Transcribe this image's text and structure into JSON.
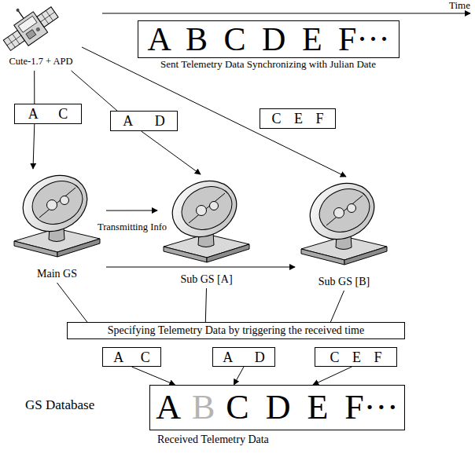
{
  "diagram": {
    "nodes": [
      {
        "text": [
          "Cute-1.7 + APD"
        ]
      },
      {
        "text": [
          "A B C D E F···"
        ]
      },
      {
        "text": [
          "A C"
        ]
      },
      {
        "text": [
          "A D"
        ]
      },
      {
        "text": [
          "C E F"
        ]
      },
      {
        "text": [
          "Main GS"
        ]
      },
      {
        "text": [
          "Sub GS [A]"
        ]
      },
      {
        "text": [
          "Sub GS [B]"
        ]
      },
      {
        "text": [
          "Specifying Telemetry Data by triggering the received time"
        ]
      },
      {
        "text": [
          "A C"
        ]
      },
      {
        "text": [
          "A D"
        ]
      },
      {
        "text": [
          "C E F"
        ]
      },
      {
        "text": [
          "A",
          "B",
          "C D E F···"
        ]
      }
    ],
    "edges": [
      {
        "from": 0,
        "to": 2,
        "arrow": "none"
      },
      {
        "from": 2,
        "to": 5,
        "arrow": "to"
      },
      {
        "from": 0,
        "to": 3,
        "arrow": "none"
      },
      {
        "from": 3,
        "to": 6,
        "arrow": "to"
      },
      {
        "from": 0,
        "to": 7,
        "arrow": "to"
      },
      {
        "from": 5,
        "to": 6,
        "arrow": "to",
        "label": "Transmitting Info"
      },
      {
        "from": 5,
        "to": 7,
        "arrow": "to"
      },
      {
        "from": 5,
        "to": 8,
        "arrow": "none"
      },
      {
        "from": 6,
        "to": 8,
        "arrow": "none"
      },
      {
        "from": 7,
        "to": 8,
        "arrow": "none"
      },
      {
        "from": 9,
        "to": 12,
        "arrow": "to"
      },
      {
        "from": 10,
        "to": 12,
        "arrow": "to"
      },
      {
        "from": 11,
        "to": 12,
        "arrow": "to"
      }
    ],
    "labels": [
      "Time",
      "Sent Telemetry Data Synchronizing with Julian Date",
      "GS Database",
      "Received Telemetry Data"
    ]
  }
}
